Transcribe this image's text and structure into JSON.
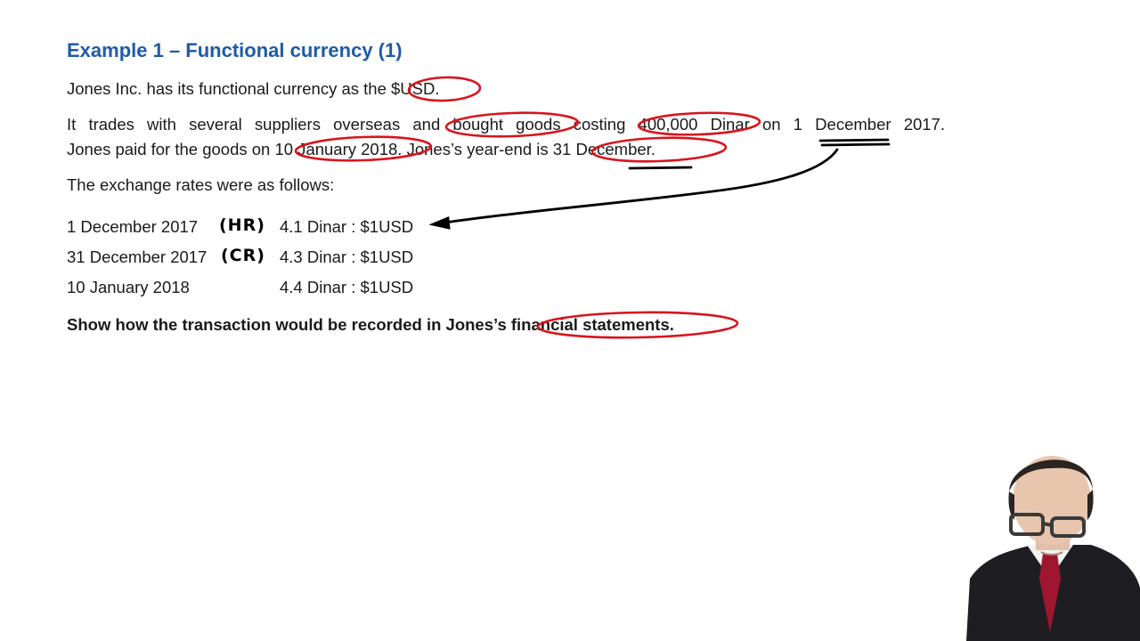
{
  "slide": {
    "title": "Example 1 – Functional currency (1)",
    "para1": "Jones Inc. has its functional currency as the $USD.",
    "para2_line1": "It trades with several suppliers overseas and bought goods costing 400,000 Dinar on 1 December 2017.",
    "para2_line2": "Jones paid for the goods on 10 January 2018.  Jones’s year-end is 31 December.",
    "para3": "The exchange rates were as follows:",
    "rates": [
      {
        "date": "1 December 2017",
        "rate": "4.1 Dinar : $1USD",
        "note": "(HR)"
      },
      {
        "date": "31 December 2017",
        "rate": "4.3 Dinar : $1USD",
        "note": "(CR)"
      },
      {
        "date": "10 January 2018",
        "rate": "4.4 Dinar : $1USD",
        "note": ""
      }
    ],
    "question": "Show how the transaction would be recorded in Jones’s financial statements."
  },
  "ink": {
    "annotation_color": "#d8141c",
    "arrow_color": "#000000"
  }
}
